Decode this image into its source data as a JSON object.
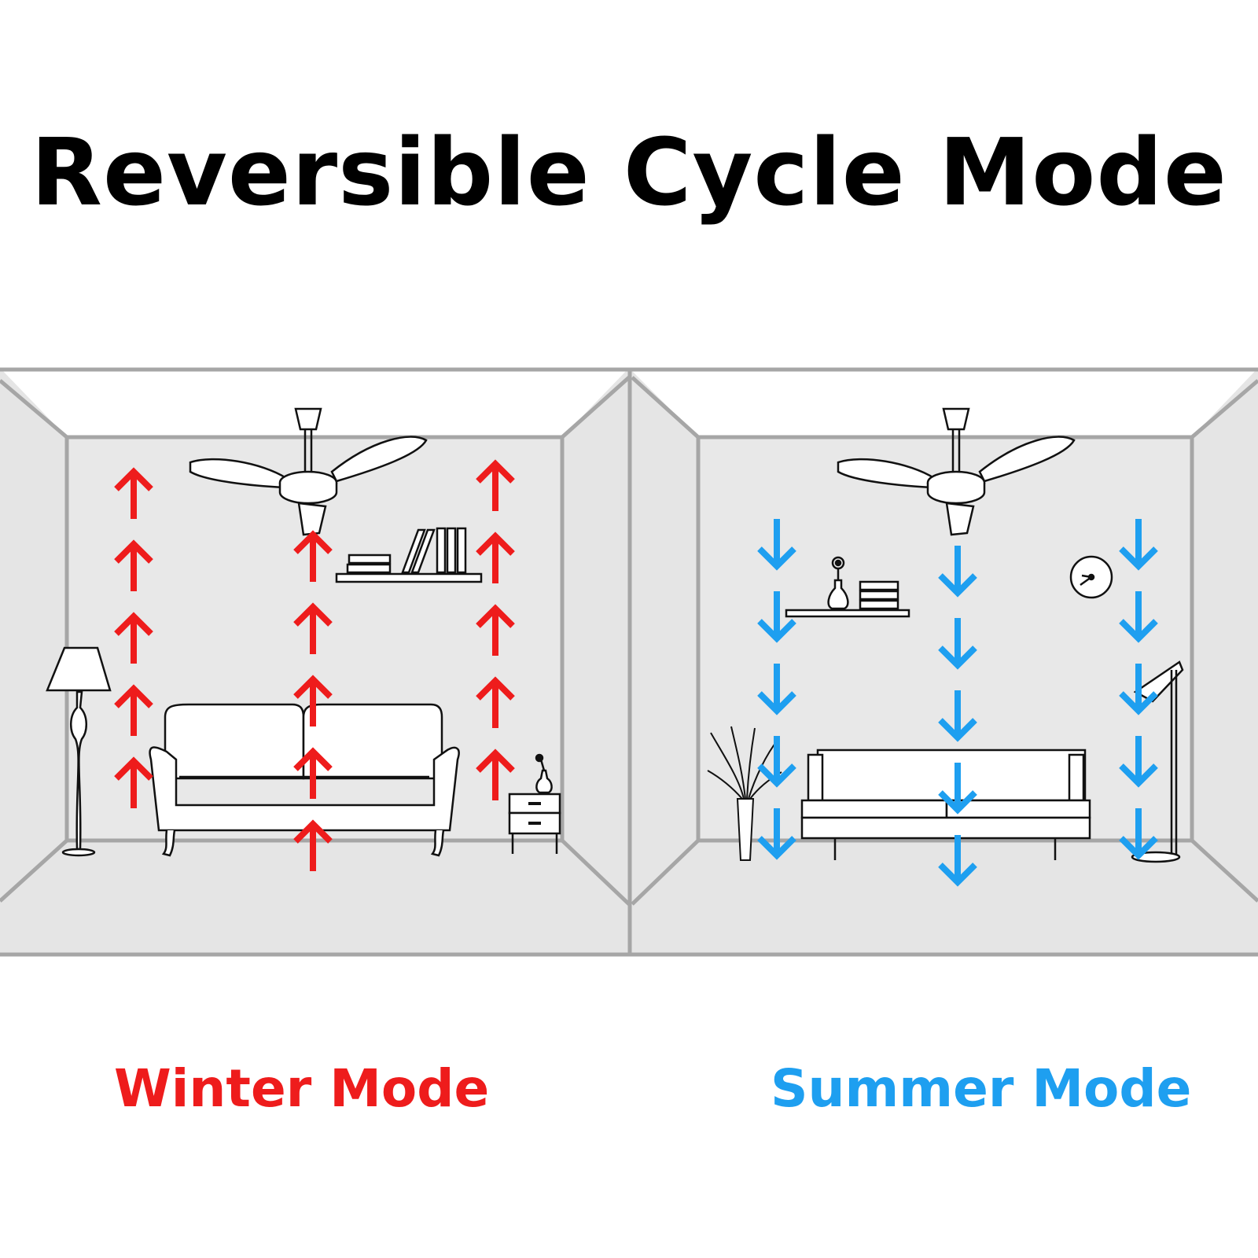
{
  "title": "Reversible Cycle Mode",
  "panels": [
    {
      "label": "Winter Mode",
      "color": "#ee1c1c",
      "airflow": "up"
    },
    {
      "label": "Summer Mode",
      "color": "#1e9ff0",
      "airflow": "down"
    }
  ],
  "icons": [
    "ceiling-fan-icon",
    "arrow-up-icon",
    "arrow-down-icon",
    "sofa-icon",
    "floor-lamp-icon",
    "wall-shelf-icon",
    "books-icon",
    "side-table-icon",
    "vase-icon",
    "wall-clock-icon",
    "plant-icon",
    "arc-floor-lamp-icon"
  ]
}
